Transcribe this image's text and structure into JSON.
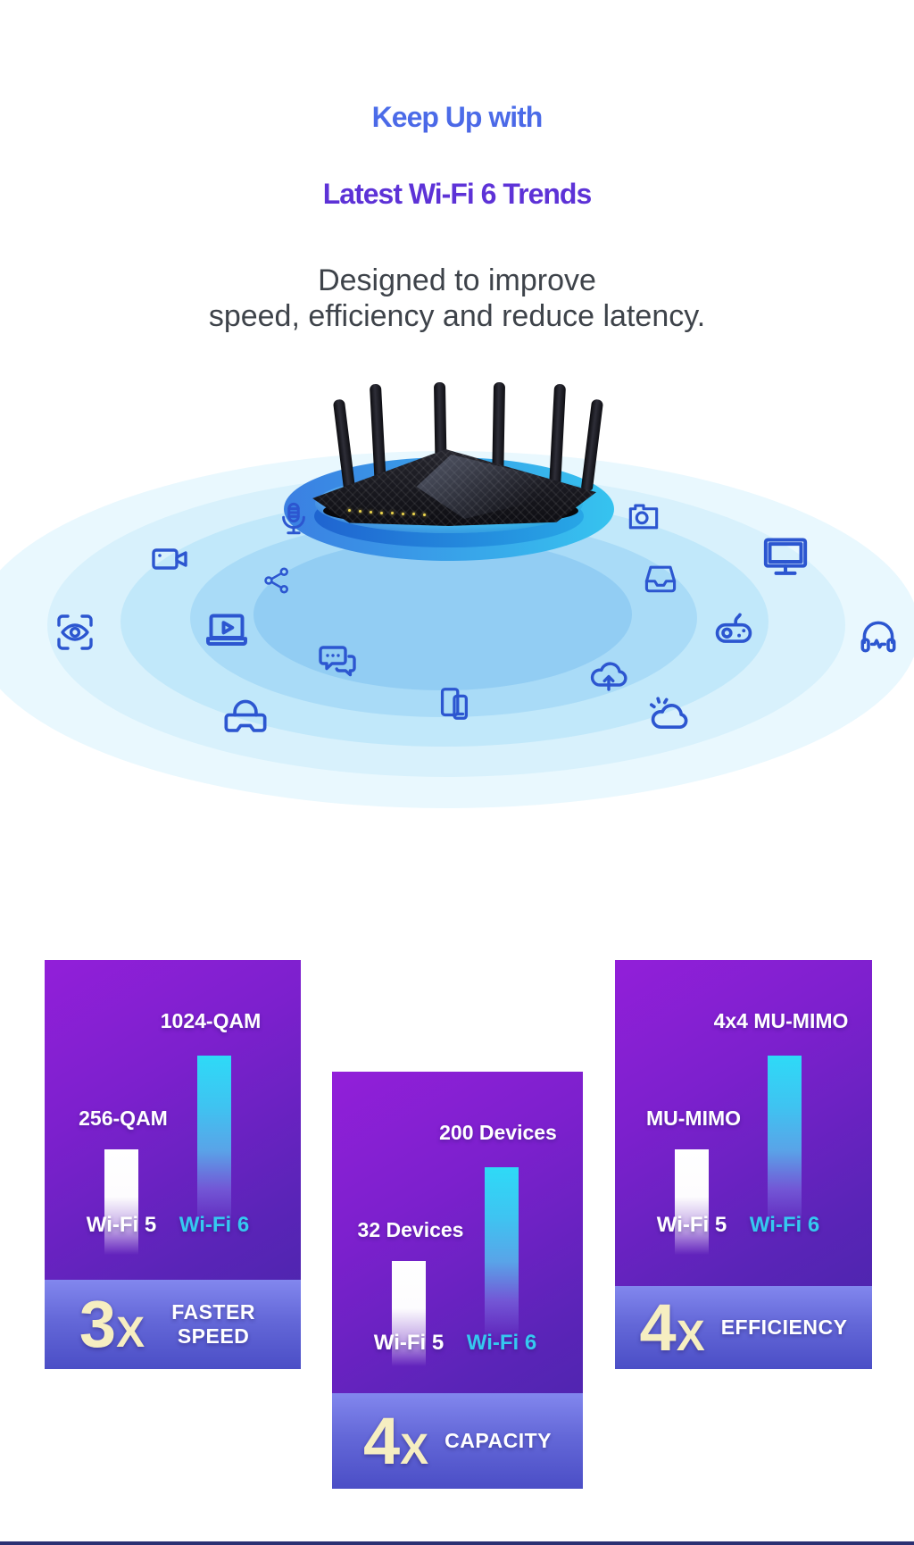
{
  "header": {
    "title_line1": "Keep Up with",
    "title_line2": "Latest Wi-Fi 6 Trends",
    "subtitle_line1": "Designed to improve",
    "subtitle_line2": "speed, efficiency and reduce latency."
  },
  "hero": {
    "device_icons": [
      "microphone-icon",
      "camera-icon",
      "video-camera-icon",
      "monitor-icon",
      "share-icon",
      "inbox-icon",
      "eye-scan-icon",
      "laptop-play-icon",
      "game-controller-icon",
      "headphones-icon",
      "chat-bubbles-icon",
      "cloud-upload-icon",
      "vr-headset-icon",
      "smartphones-icon",
      "weather-cloud-icon"
    ]
  },
  "cards": [
    {
      "wifi6_value_label": "1024-QAM",
      "wifi5_value_label": "256-QAM",
      "wifi5_axis": "Wi-Fi 5",
      "wifi6_axis": "Wi-Fi 6",
      "multiplier": "3",
      "multiplier_suffix": "X",
      "benefit": "FASTER SPEED"
    },
    {
      "wifi6_value_label": "200 Devices",
      "wifi5_value_label": "32 Devices",
      "wifi5_axis": "Wi-Fi 5",
      "wifi6_axis": "Wi-Fi 6",
      "multiplier": "4",
      "multiplier_suffix": "X",
      "benefit": "CAPACITY"
    },
    {
      "wifi6_value_label": "4x4 MU-MIMO",
      "wifi5_value_label": "MU-MIMO",
      "wifi5_axis": "Wi-Fi 5",
      "wifi6_axis": "Wi-Fi 6",
      "multiplier": "4",
      "multiplier_suffix": "X",
      "benefit": "EFFICIENCY"
    }
  ],
  "chart_data": [
    {
      "type": "bar",
      "title": "3X FASTER SPEED",
      "categories": [
        "Wi-Fi 5",
        "Wi-Fi 6"
      ],
      "values": [
        256,
        1024
      ],
      "value_labels": [
        "256-QAM",
        "1024-QAM"
      ],
      "unit": "QAM modulation",
      "legend_position": "none",
      "grid": false
    },
    {
      "type": "bar",
      "title": "4X CAPACITY",
      "categories": [
        "Wi-Fi 5",
        "Wi-Fi 6"
      ],
      "values": [
        32,
        200
      ],
      "value_labels": [
        "32 Devices",
        "200 Devices"
      ],
      "unit": "devices",
      "legend_position": "none",
      "grid": false
    },
    {
      "type": "bar",
      "title": "4X EFFICIENCY",
      "categories": [
        "Wi-Fi 5",
        "Wi-Fi 6"
      ],
      "values": [
        1,
        4
      ],
      "value_labels": [
        "MU-MIMO",
        "4x4 MU-MIMO"
      ],
      "unit": "MU-MIMO streams",
      "legend_position": "none",
      "grid": false
    }
  ],
  "colors": {
    "title_blue": "#4c77ee",
    "title_violet": "#5c2fd2",
    "subtitle_gray": "#3e434a",
    "ring_light_blue": "#e9f8fe",
    "ring_inner_blue": "#92cdf3",
    "platform_cyan": "#3ad5f8",
    "icon_blue": "#2c56d0",
    "card_purple_top": "#921fd9",
    "card_purple_bottom": "#4527a8",
    "footer_band_top": "#8287ee",
    "footer_band_bottom": "#4b4ec6",
    "wifi6_cyan": "#35c9f0",
    "wifi5_white": "#ffffff",
    "multiplier_cream": "#f6eec1",
    "bottom_rule_navy": "#2b3173",
    "led_yellow": "#f0d84e"
  }
}
